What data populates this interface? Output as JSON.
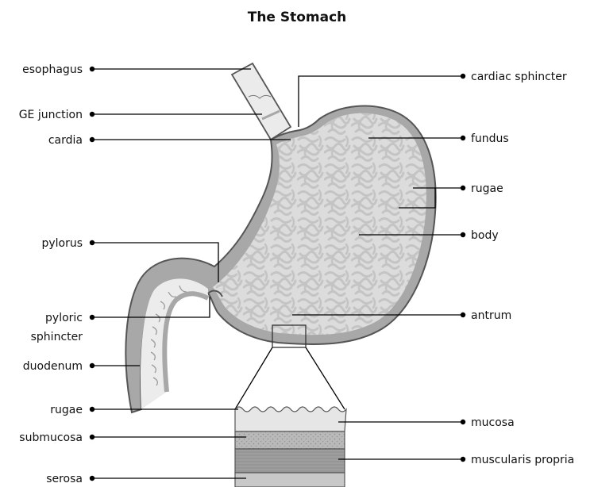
{
  "title": "The Stomach",
  "labels_left": {
    "esophagus": "esophagus",
    "ge_junction": "GE junction",
    "cardia": "cardia",
    "pylorus": "pylorus",
    "pyloric_sphincter_1": "pyloric",
    "pyloric_sphincter_2": "sphincter",
    "duodenum": "duodenum",
    "rugae_layer": "rugae",
    "submucosa": "submucosa",
    "serosa": "serosa"
  },
  "labels_right": {
    "cardiac_sphincter": "cardiac sphincter",
    "fundus": "fundus",
    "rugae": "rugae",
    "body": "body",
    "antrum": "antrum",
    "mucosa": "mucosa",
    "muscularis_propria": "muscularis propria"
  },
  "colors": {
    "outline": "#555555",
    "stomach_fill": "#dcdcdc",
    "wall": "#a8a8a8",
    "rugae": "#c4c4c4",
    "mucosa_layer": "#e6e6e6",
    "submucosa_layer": "#b9b9b9",
    "muscularis_layer": "#9e9e9e",
    "serosa_layer": "#c8c8c8"
  }
}
